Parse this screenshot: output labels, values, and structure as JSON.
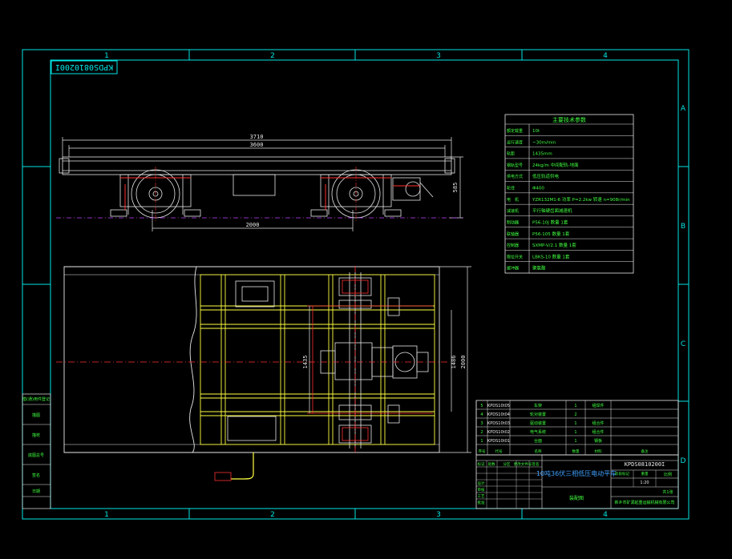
{
  "sheet": {
    "drawing_number_stamp": "KPDS0810200I",
    "zone_columns": [
      "1",
      "2",
      "3",
      "4"
    ],
    "zone_rows": [
      "A",
      "B",
      "C",
      "D"
    ]
  },
  "side_view": {
    "dim_overall_length": "3710",
    "dim_frame_length": "3600",
    "dim_height": "585",
    "dim_wheelbase": "2000"
  },
  "plan_view": {
    "dim_gauge": "1435",
    "dim_frame_width": "1486",
    "dim_overall_width": "2000"
  },
  "spec_table": {
    "title": "主要技术参数",
    "rows": [
      {
        "label": "额定载重",
        "value": "10t"
      },
      {
        "label": "运行速度",
        "value": "~30m/min"
      },
      {
        "label": "轨距",
        "value": "1435mm"
      },
      {
        "label": "钢轨型号",
        "value": "24kg/m  中间配轨-地面"
      },
      {
        "label": "供电方式",
        "value": "低压轨道供电"
      },
      {
        "label": "轮径",
        "value": "Φ400"
      },
      {
        "label": "电　机",
        "value": "YZR132M1-6 功率 P=2.2kw 转速 n=908r/min"
      },
      {
        "label": "减速机",
        "value": "平行轴硬齿面减速机"
      },
      {
        "label": "制动器",
        "value": "P56-10J  数量 1套"
      },
      {
        "label": "联轴器",
        "value": "P56-105  数量 1套"
      },
      {
        "label": "控制器",
        "value": "SXMP-V/2.1  数量 1套"
      },
      {
        "label": "限位开关",
        "value": "LBKS-10  数量 1套"
      },
      {
        "label": "缓冲器",
        "value": "聚氨酯"
      }
    ]
  },
  "bom": {
    "rows": [
      {
        "no": "5",
        "code": "KPDS10t05",
        "name": "车架",
        "qty": "1",
        "material": "组焊件"
      },
      {
        "no": "4",
        "code": "KPDS10t04",
        "name": "轮对装置",
        "qty": "2",
        "material": ""
      },
      {
        "no": "3",
        "code": "KPDS10t03",
        "name": "驱动装置",
        "qty": "1",
        "material": "组合件"
      },
      {
        "no": "2",
        "code": "KPDS10t02",
        "name": "电气系统",
        "qty": "1",
        "material": "组合件"
      },
      {
        "no": "1",
        "code": "KPDS10t01",
        "name": "台面",
        "qty": "1",
        "material": "钢板"
      }
    ],
    "header": [
      "序号",
      "代号",
      "名称",
      "数量",
      "材料",
      "备注"
    ]
  },
  "title_block": {
    "drawing_no": "KPDS0810200I",
    "product_name": "10吨36伏三相低压电动平车",
    "scale_label": "比例",
    "scale": "1:20",
    "sheet_label": "共1张",
    "company": "新乡市矿源起重运输机械有限公司",
    "label_assembly": "装配图",
    "labels_left": [
      "标记",
      "处数",
      "分区",
      "更改文件号",
      "签名",
      "日期"
    ],
    "labels_sign": [
      "设计",
      "审核",
      "工艺",
      "批准"
    ],
    "labels_right": [
      "阶段标记",
      "重量",
      "比例"
    ]
  },
  "revision_sidebar": {
    "labels": [
      "借(通)用件登记",
      "描图",
      "描校",
      "底图总号",
      "签名",
      "日期"
    ]
  }
}
